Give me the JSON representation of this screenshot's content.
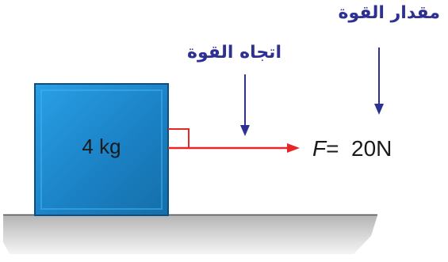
{
  "labels": {
    "force_magnitude": "مقدار القوة",
    "force_direction": "اتجاه القوة"
  },
  "block": {
    "mass_text": "4 kg"
  },
  "force": {
    "symbol": "F",
    "equals": "=",
    "value_text": "20N"
  },
  "colors": {
    "block_fill": "#1f8bd1",
    "block_edge": "#0e4f7e",
    "force_arrow": "#e8262a",
    "pointer_arrow": "#2e3192",
    "label_text": "#2e3192",
    "ground": "#c9c9c9"
  }
}
